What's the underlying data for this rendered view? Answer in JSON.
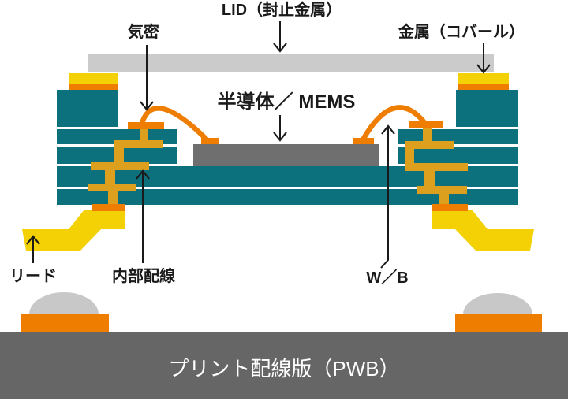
{
  "diagram": {
    "title": "ceramic-package-cross-section",
    "labels": {
      "lid": "LID（封止金属）",
      "airtight": "気密",
      "kovar": "金属（コバール）",
      "semiconductor": "半導体／ MEMS",
      "lead": "リード",
      "internal_wiring": "内部配線",
      "wire_bond": "W／B",
      "pwb": "プリント配線版（PWB）"
    },
    "colors": {
      "teal": "#0C717C",
      "amber": "#DDA01E",
      "orange": "#EE7D00",
      "yellow": "#F3D105",
      "lid_gray": "#CBCBCB",
      "chip_gray": "#6F6F6F",
      "pwb_gray": "#666666",
      "bump_gray": "#C8C8C8",
      "ink": "#1A1A1A",
      "pwb_text": "#FFFFFF"
    }
  }
}
